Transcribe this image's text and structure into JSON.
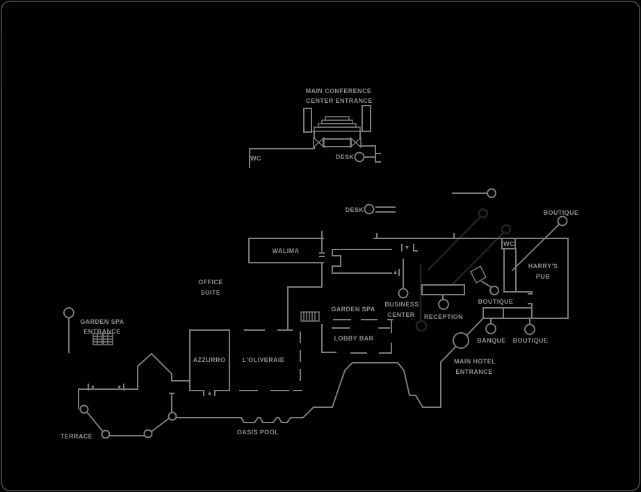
{
  "title": "Hotel ground-floor plan",
  "colors": {
    "background": "#000000",
    "wall": "#7d7d7d",
    "text": "#8f8f8f",
    "dark_marker": "#2b2223",
    "frame_border": "#3d3d3d"
  },
  "icons": {
    "column_marker": "circle-marker",
    "stairs": "stairs-icon",
    "door_swing": "door-jamb-marks",
    "revolving_door": "x-door-icon"
  },
  "labels": {
    "main_conference_l1": "MAIN CONFERENCE",
    "main_conference_l2": "CENTER ENTRANCE",
    "wc_upper": "WC",
    "desk_upper": "DESK",
    "desk_mid": "DESK",
    "boutique_upper": "BOUTIQUE",
    "wc_pub": "WC",
    "harrys_l1": "HARRY'S",
    "harrys_l2": "PUB",
    "walima": "WALIMA",
    "office_l1": "OFFICE",
    "office_l2": "SUITE",
    "garden_spa": "GARDEN SPA",
    "business_l1": "BUSINESS",
    "business_l2": "CENTER",
    "reception": "RECEPTION",
    "boutique_mid": "BOUTIQUE",
    "garden_spa_entrance_l1": "GARDEN SPA",
    "garden_spa_entrance_l2": "ENTRANCE",
    "lobby_bar": "LOBBY BAR",
    "azzurro": "AZZURRO",
    "loliveraie": "L'OLIVERAIE",
    "banque": "BANQUE",
    "boutique_lower": "BOUTIQUE",
    "main_hotel_l1": "MAIN HOTEL",
    "main_hotel_l2": "ENTRANCE",
    "oasis_pool": "OASIS POOL",
    "terrace": "TERRACE"
  }
}
